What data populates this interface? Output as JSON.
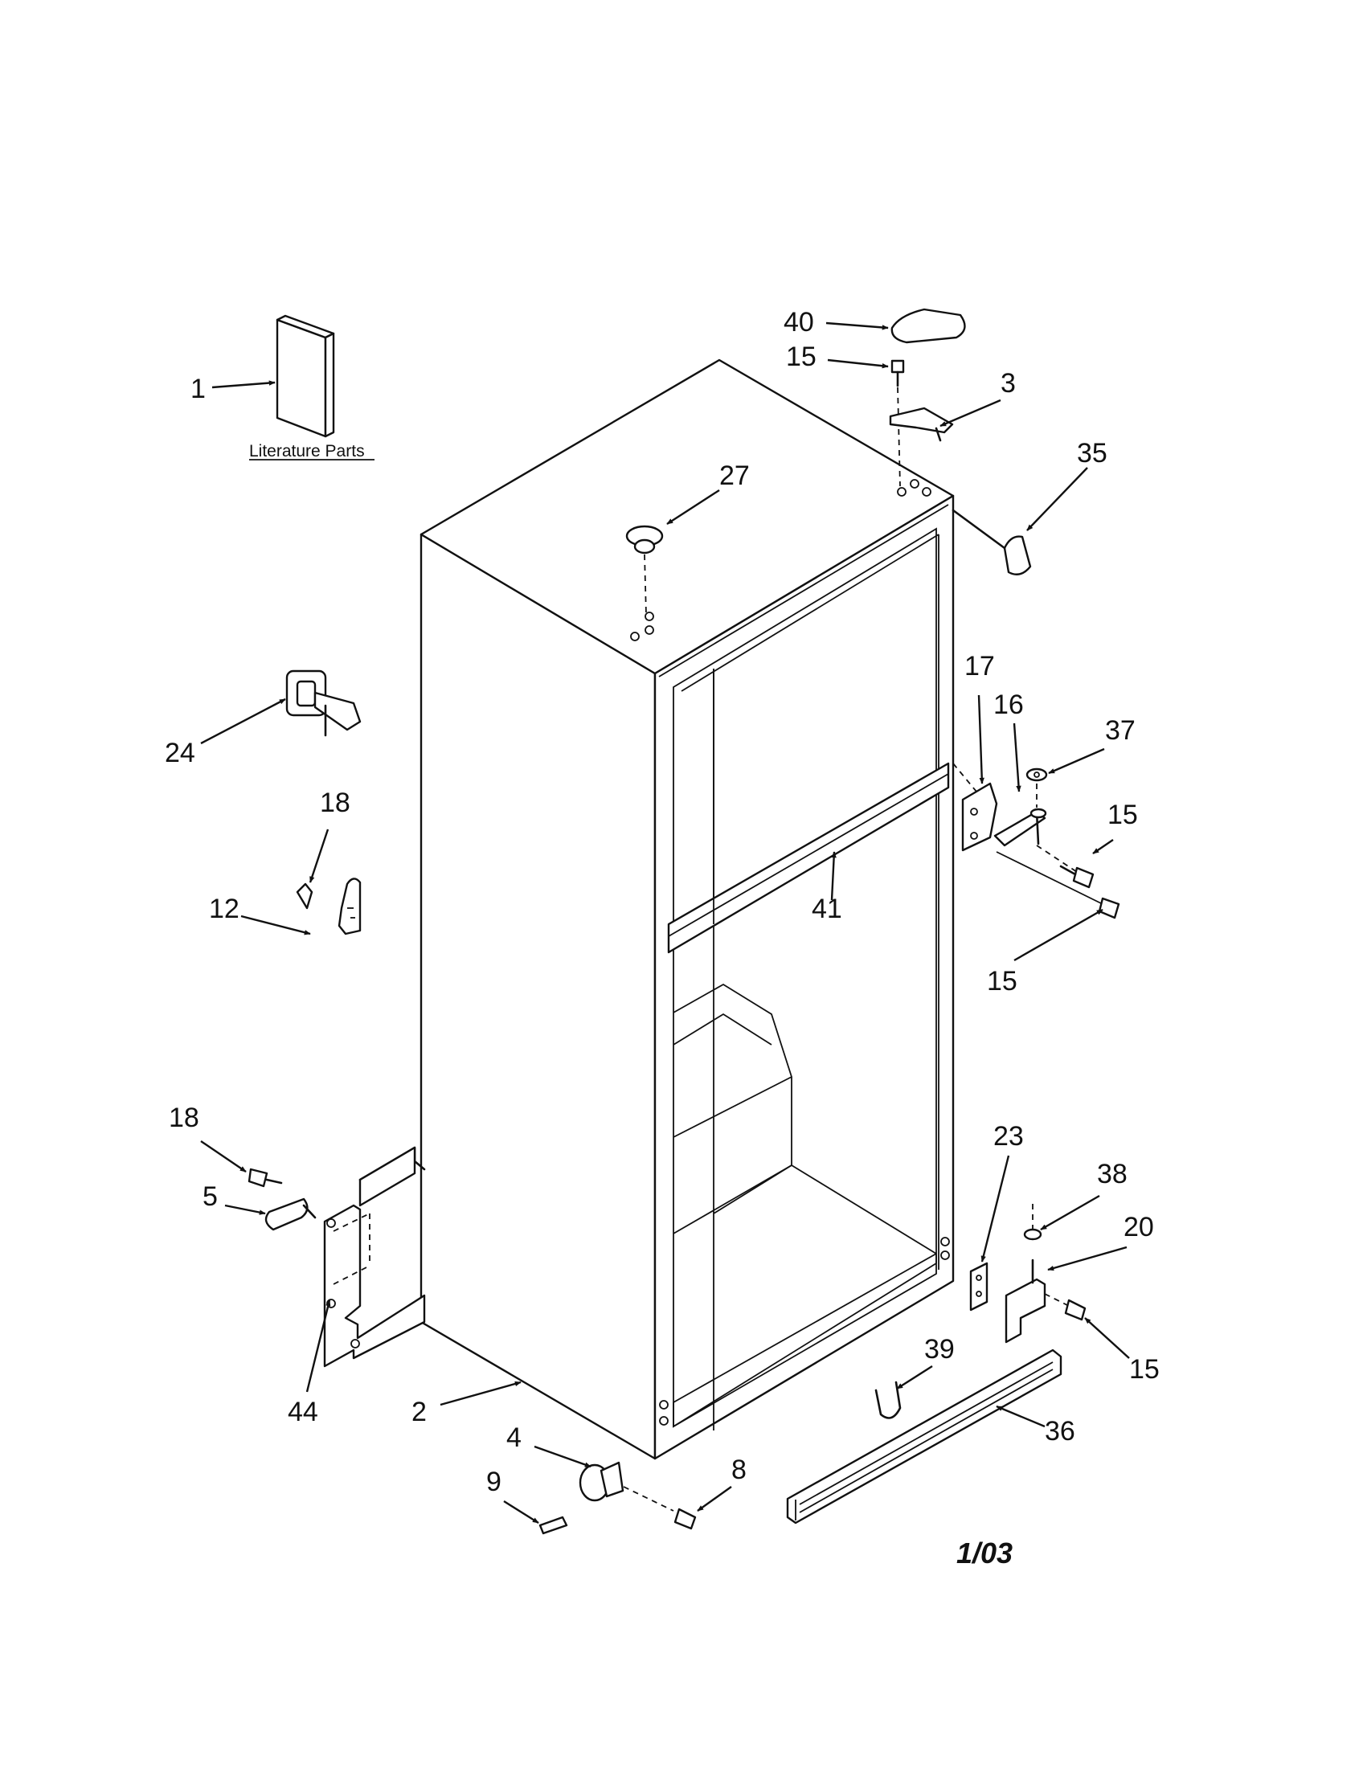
{
  "diagram": {
    "literature_caption": "Literature Parts",
    "date_code": "1/03",
    "part_labels": {
      "p1": "1",
      "p2": "2",
      "p3": "3",
      "p4": "4",
      "p5": "5",
      "p8": "8",
      "p9": "9",
      "p12": "12",
      "p15a": "15",
      "p15b": "15",
      "p15c": "15",
      "p15d": "15",
      "p16": "16",
      "p17": "17",
      "p18a": "18",
      "p18b": "18",
      "p20": "20",
      "p23": "23",
      "p24": "24",
      "p27": "27",
      "p35": "35",
      "p36": "36",
      "p37": "37",
      "p38": "38",
      "p39": "39",
      "p40": "40",
      "p41": "41",
      "p44": "44"
    }
  }
}
